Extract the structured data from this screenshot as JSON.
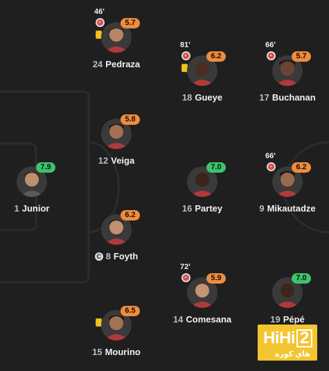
{
  "colors": {
    "background": "#1f1f1f",
    "pitch_lines": "#2c2c2c",
    "rating_orange": "#f08c3c",
    "rating_green": "#3cc46b",
    "card_yellow": "#f0c419",
    "sub_red": "#e04848",
    "watermark_yellow": "#f3c531"
  },
  "players": [
    {
      "id": "pedraza",
      "number": "24",
      "name": "Pedraza",
      "rating": "5.7",
      "rating_color": "orange",
      "sub_minute": "46'",
      "yellow_card": true,
      "captain": false
    },
    {
      "id": "gueye",
      "number": "18",
      "name": "Gueye",
      "rating": "6.2",
      "rating_color": "orange",
      "sub_minute": "81'",
      "yellow_card": true,
      "captain": false
    },
    {
      "id": "buchanan",
      "number": "17",
      "name": "Buchanan",
      "rating": "5.7",
      "rating_color": "orange",
      "sub_minute": "66'",
      "yellow_card": false,
      "captain": false
    },
    {
      "id": "veiga",
      "number": "12",
      "name": "Veiga",
      "rating": "5.8",
      "rating_color": "orange",
      "sub_minute": null,
      "yellow_card": false,
      "captain": false
    },
    {
      "id": "junior",
      "number": "1",
      "name": "Junior",
      "rating": "7.9",
      "rating_color": "green",
      "sub_minute": null,
      "yellow_card": false,
      "captain": false
    },
    {
      "id": "partey",
      "number": "16",
      "name": "Partey",
      "rating": "7.0",
      "rating_color": "green",
      "sub_minute": null,
      "yellow_card": false,
      "captain": false
    },
    {
      "id": "mikautadze",
      "number": "9",
      "name": "Mikautadze",
      "rating": "6.2",
      "rating_color": "orange",
      "sub_minute": "66'",
      "yellow_card": false,
      "captain": false
    },
    {
      "id": "foyth",
      "number": "8",
      "name": "Foyth",
      "rating": "6.2",
      "rating_color": "orange",
      "sub_minute": null,
      "yellow_card": false,
      "captain": true
    },
    {
      "id": "comesana",
      "number": "14",
      "name": "Comesana",
      "rating": "5.9",
      "rating_color": "orange",
      "sub_minute": "72'",
      "yellow_card": false,
      "captain": false
    },
    {
      "id": "pepe",
      "number": "19",
      "name": "Pépé",
      "rating": "7.0",
      "rating_color": "green",
      "sub_minute": null,
      "yellow_card": false,
      "captain": false
    },
    {
      "id": "mourino",
      "number": "15",
      "name": "Mourino",
      "rating": "6.5",
      "rating_color": "orange",
      "sub_minute": null,
      "yellow_card": true,
      "captain": false
    }
  ],
  "captain_glyph": "C",
  "watermark": {
    "text_a": "HiHi",
    "text_b": "2",
    "arabic": "هاي كورة"
  }
}
